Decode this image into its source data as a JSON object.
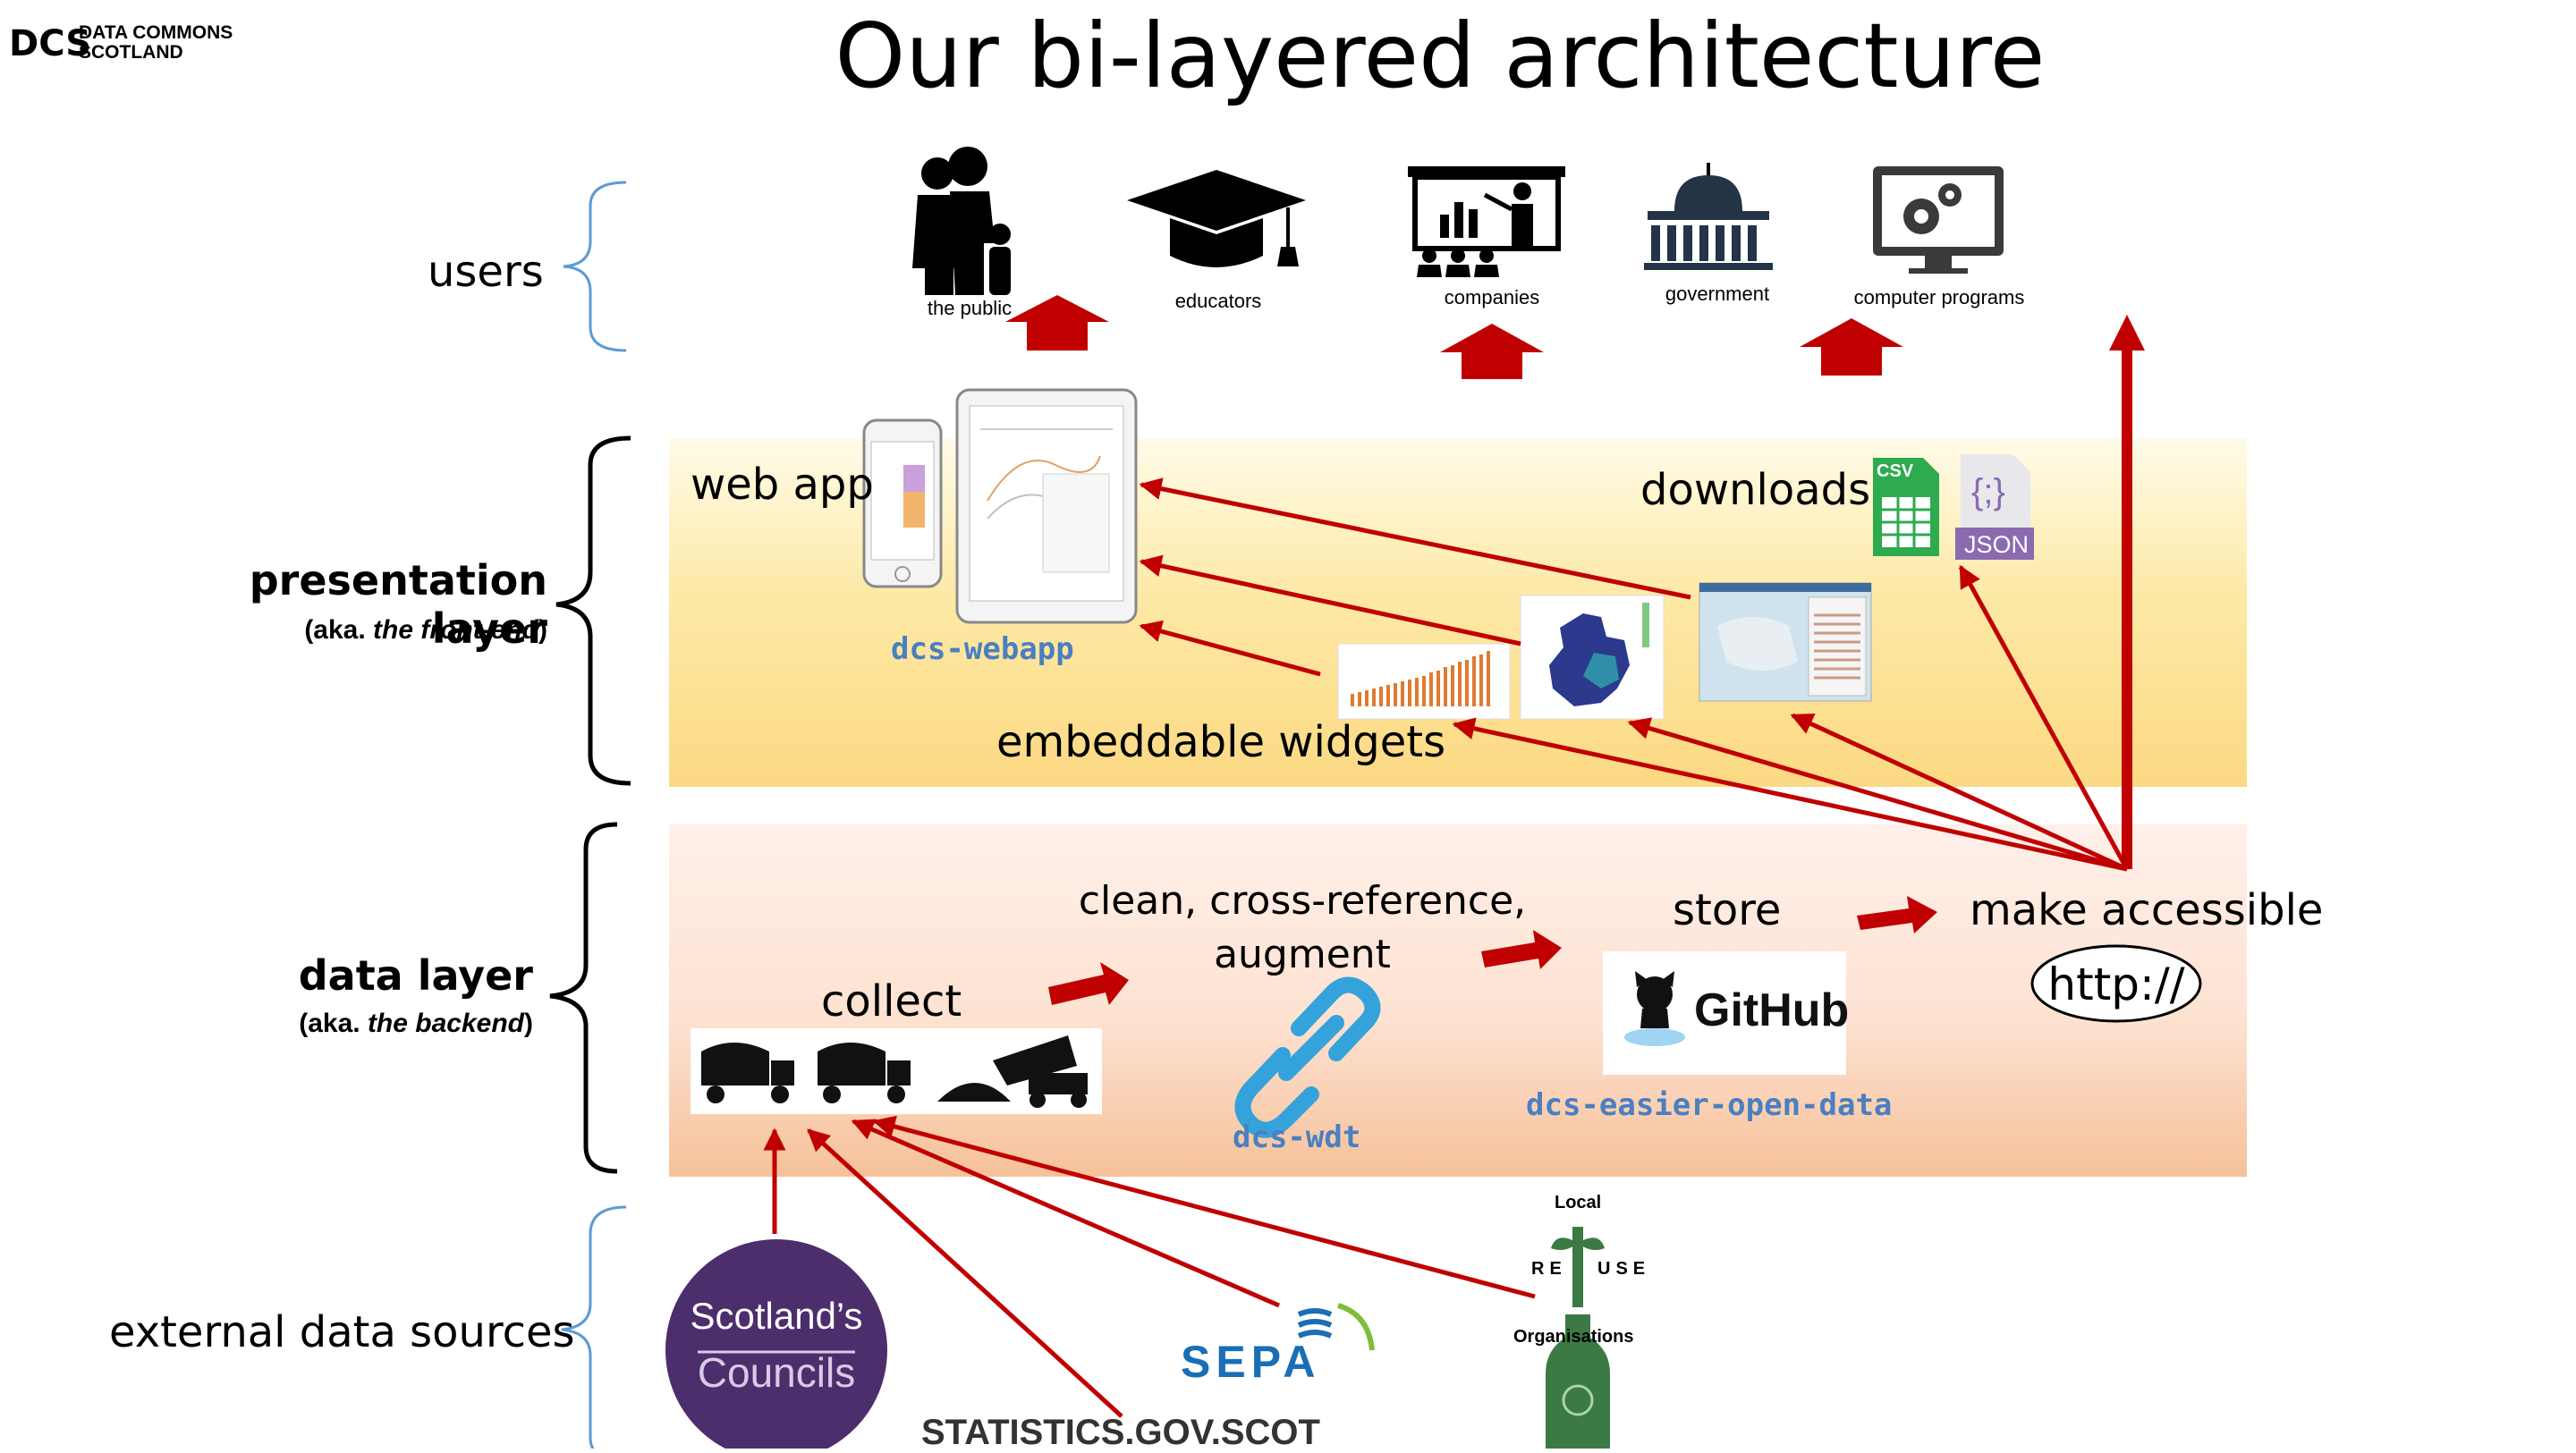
{
  "title": "Our bi-layered architecture",
  "logo": {
    "line1": "DATA COMMONS",
    "line2": "SCOTLAND",
    "mark": "DCS"
  },
  "layers": {
    "users": "users",
    "presentation": {
      "name": "presentation layer",
      "aka_prefix": "(aka. ",
      "aka_term": "the front-end",
      "aka_suffix": ")"
    },
    "data": {
      "name": "data layer",
      "aka_prefix": "(aka. ",
      "aka_term": "the backend",
      "aka_suffix": ")"
    },
    "external": "external data sources"
  },
  "users": [
    "the public",
    "educators",
    "companies",
    "government",
    "computer programs"
  ],
  "presentation": {
    "web_app": "web app",
    "webapp_repo": "dcs-webapp",
    "downloads": "downloads",
    "widgets": "embeddable widgets",
    "csv_badge": "CSV",
    "json_badge": "JSON",
    "json_glyph": "{;}"
  },
  "data": {
    "collect": "collect",
    "clean": "clean, cross-reference,",
    "augment": "augment",
    "wdt_repo": "dcs-wdt",
    "store": "store",
    "github": "GitHub",
    "store_repo": "dcs-easier-open-data",
    "accessible": "make accessible",
    "http": "http://"
  },
  "sources": {
    "councils_line1": "Scotland’s",
    "councils_line2": "Councils",
    "sepa": "SEPA",
    "statistics": "STATISTICS.GOV.SCOT",
    "reuse_top": "Local",
    "reuse_re": "RE",
    "reuse_use": "USE",
    "reuse_bottom": "Organisations"
  },
  "colors": {
    "arrow": "#c00000",
    "brace_blue": "#5b9bd5",
    "repo_blue": "#4a7fc1",
    "council_purple": "#4b2e6b"
  }
}
